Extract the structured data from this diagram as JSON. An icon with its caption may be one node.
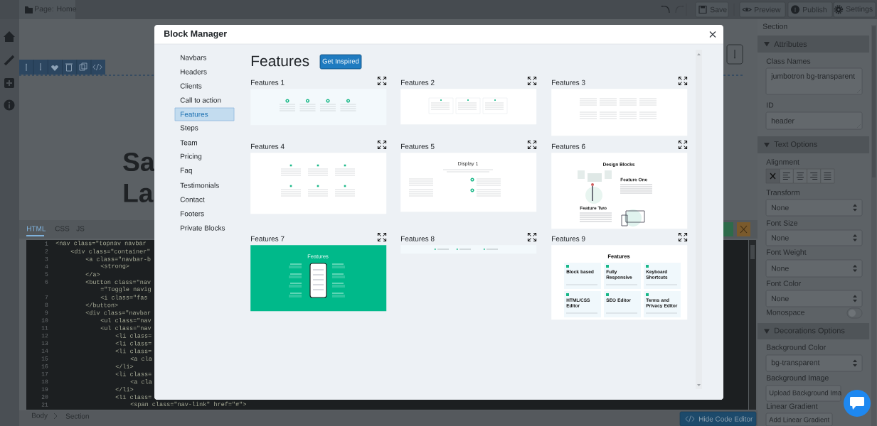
{
  "diagram": {
    "nodes": [
      {
        "text": [
          "Page: Home"
        ]
      },
      {
        "text": [
          "Save"
        ]
      },
      {
        "text": [
          "Preview"
        ]
      },
      {
        "text": [
          "Publish"
        ]
      },
      {
        "text": [
          "Settings"
        ]
      },
      {
        "text": [
          "Block Manager"
        ]
      },
      {
        "text": [
          "Navbars"
        ],
        "in": 5
      },
      {
        "text": [
          "Headers"
        ],
        "in": 5
      },
      {
        "text": [
          "Clients"
        ],
        "in": 5
      },
      {
        "text": [
          "Call to action"
        ],
        "in": 5
      },
      {
        "text": [
          "Features"
        ],
        "in": 5
      },
      {
        "text": [
          "Steps"
        ],
        "in": 5
      },
      {
        "text": [
          "Team"
        ],
        "in": 5
      },
      {
        "text": [
          "Pricing"
        ],
        "in": 5
      },
      {
        "text": [
          "Faq"
        ],
        "in": 5
      },
      {
        "text": [
          "Testimonials"
        ],
        "in": 5
      },
      {
        "text": [
          "Contact"
        ],
        "in": 5
      },
      {
        "text": [
          "Footers"
        ],
        "in": 5
      },
      {
        "text": [
          "Private Blocks"
        ],
        "in": 5
      },
      {
        "text": [
          "Get Inspired"
        ],
        "in": 5
      },
      {
        "text": [
          "Features 1"
        ],
        "in": 5
      },
      {
        "text": [
          "Features 2"
        ],
        "in": 5
      },
      {
        "text": [
          "Features 3"
        ],
        "in": 5
      },
      {
        "text": [
          "Features 4"
        ],
        "in": 5
      },
      {
        "text": [
          "Features 5"
        ],
        "in": 5
      },
      {
        "text": [
          "Features 6"
        ],
        "in": 5
      },
      {
        "text": [
          "Features 7"
        ],
        "in": 5
      },
      {
        "text": [
          "Features 8"
        ],
        "in": 5
      },
      {
        "text": [
          "Features 9"
        ],
        "in": 5
      },
      {
        "text": [
          "jumbotron bg-transparent"
        ],
        "beside": [
          "Class Names"
        ]
      },
      {
        "text": [
          "header"
        ],
        "beside": [
          "ID"
        ]
      },
      {
        "text": [
          "None"
        ],
        "beside": [
          "Transform"
        ]
      },
      {
        "text": [
          "None"
        ],
        "beside": [
          "Font Size"
        ]
      },
      {
        "text": [
          "None"
        ],
        "beside": [
          "Font Weight"
        ]
      },
      {
        "text": [
          "None"
        ],
        "beside": [
          "Font Color"
        ]
      },
      {
        "text": [
          "bg-transparent"
        ],
        "beside": [
          "Background Color"
        ]
      },
      {
        "text": [
          "Upload Background Ima"
        ],
        "beside": [
          "Background Image"
        ]
      },
      {
        "text": [
          "Add Linear Gradient"
        ],
        "beside": [
          "Linear Gradient"
        ]
      },
      {
        "text": [
          "Hide Code Editor"
        ]
      },
      {
        "text": [
          "Attributes"
        ]
      },
      {
        "text": [
          "Text Options"
        ]
      },
      {
        "text": [
          "Decorations Options"
        ]
      }
    ],
    "labels": [
      "Features",
      "Display 1",
      "Design Blocks",
      "Feature One",
      "Feature Two",
      "Features",
      "Features",
      "Block based",
      "Fully Responsive",
      "Keyboard Shortcuts",
      "HTML/CSS Editor",
      "SEO Editor",
      "Terms and Privacy Editor",
      "Section",
      "Alignment",
      "Monospace",
      "HTML",
      "CSS",
      "JS",
      "Body",
      "Section",
      "Sa",
      "La",
      "1",
      "<nav class=\"topnav navbar",
      "2",
      "<div class=\"container\"",
      "3",
      "<a class=\"navbar-b",
      "4",
      "<strong>",
      "5",
      "</a>",
      "6",
      "<button class=\"nav",
      "=\"Toggle navig",
      "7",
      "<i class=\"fas",
      "8",
      "</button>",
      "9",
      "<div class=\"navbar",
      "10",
      "<ul class=\"nav",
      "11",
      "<ul class=\"nav",
      "12",
      "<li class=",
      "13",
      "<li class=",
      "14",
      "<li class=",
      "15",
      "<a cla",
      "16",
      "</li>",
      "17",
      "<li class=",
      "18",
      "<a cla",
      "19",
      "</li>",
      "20",
      "<li class=",
      "21",
      "<span class=\"nav-link\" href=\"#\">"
    ]
  }
}
